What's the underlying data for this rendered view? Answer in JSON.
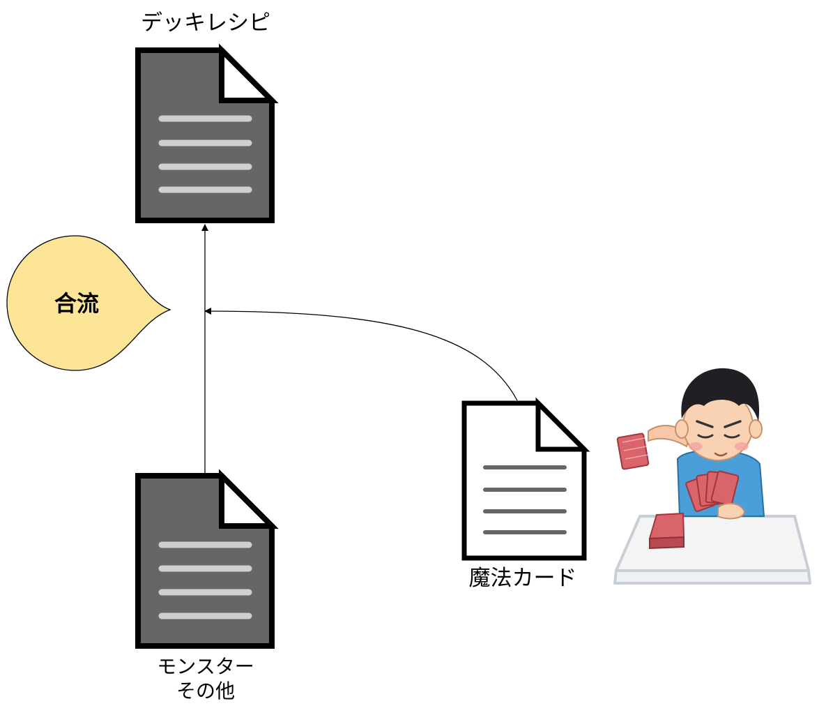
{
  "diagram": {
    "nodes": {
      "deck_recipe": {
        "label": "デッキレシピ",
        "style": "filled-dark",
        "icon": "document-icon"
      },
      "monster_other": {
        "label_line1": "モンスター",
        "label_line2": "その他",
        "style": "filled-dark",
        "icon": "document-icon"
      },
      "magic_card": {
        "label": "魔法カード",
        "style": "outline-white",
        "icon": "document-icon"
      },
      "merge": {
        "label": "合流",
        "shape": "teardrop-pointing-right"
      },
      "player": {
        "icon": "card-player-illustration"
      }
    },
    "edges": [
      {
        "from": "monster_other",
        "to": "deck_recipe",
        "arrow": "end"
      },
      {
        "from": "magic_card",
        "to": "merge_point",
        "arrow": "end",
        "curved": true
      }
    ],
    "colors": {
      "doc_dark_fill": "#666666",
      "doc_stroke": "#000000",
      "doc_lines_dark": "#cfcfcf",
      "doc_lines_light": "#666666",
      "merge_fill": "#fce597",
      "merge_stroke": "#000000",
      "card_red": "#d9646b",
      "shirt_blue": "#4a9fd8",
      "table_fill": "#f4f4f4",
      "table_stroke": "#c8ced6"
    }
  }
}
